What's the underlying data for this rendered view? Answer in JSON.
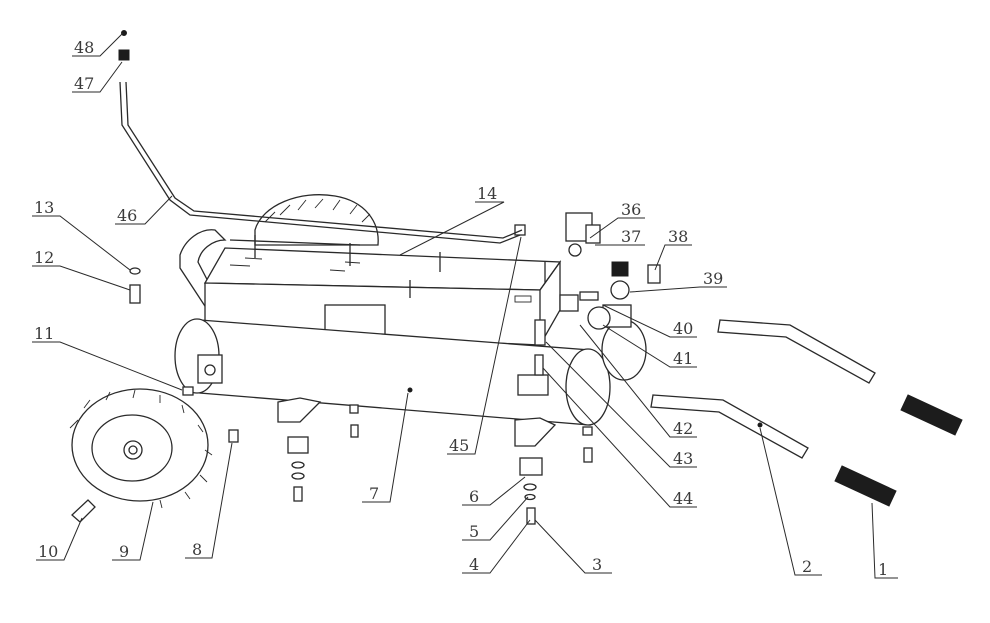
{
  "callouts": [
    {
      "label": "48"
    },
    {
      "label": "47"
    },
    {
      "label": "46"
    },
    {
      "label": "13"
    },
    {
      "label": "12"
    },
    {
      "label": "11"
    },
    {
      "label": "10"
    },
    {
      "label": "9"
    },
    {
      "label": "8"
    },
    {
      "label": "14"
    },
    {
      "label": "7"
    },
    {
      "label": "45"
    },
    {
      "label": "36"
    },
    {
      "label": "37"
    },
    {
      "label": "38"
    },
    {
      "label": "39"
    },
    {
      "label": "40"
    },
    {
      "label": "41"
    },
    {
      "label": "42"
    },
    {
      "label": "43"
    },
    {
      "label": "44"
    },
    {
      "label": "6"
    },
    {
      "label": "5"
    },
    {
      "label": "4"
    },
    {
      "label": "3"
    },
    {
      "label": "2"
    },
    {
      "label": "1"
    }
  ]
}
